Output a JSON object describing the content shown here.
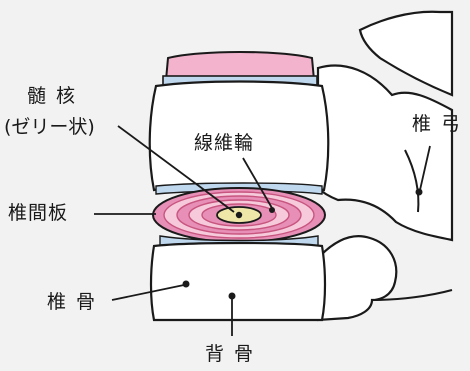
{
  "labels": {
    "nucleus": "髄 核",
    "nucleus_note": "(ゼリー状)",
    "annulus": "線維輪",
    "disc": "椎間板",
    "arch": "椎 弓",
    "body": "椎 骨",
    "spine": "背 骨"
  },
  "colors": {
    "background": "#f2f2f2",
    "outline": "#1a1a1a",
    "disc_pink": "#e78fb6",
    "disc_light": "#f6cadb",
    "nucleus": "#efe7a8",
    "endplate_blue": "#bfd8ee",
    "top_pink": "#f3b3cd"
  }
}
